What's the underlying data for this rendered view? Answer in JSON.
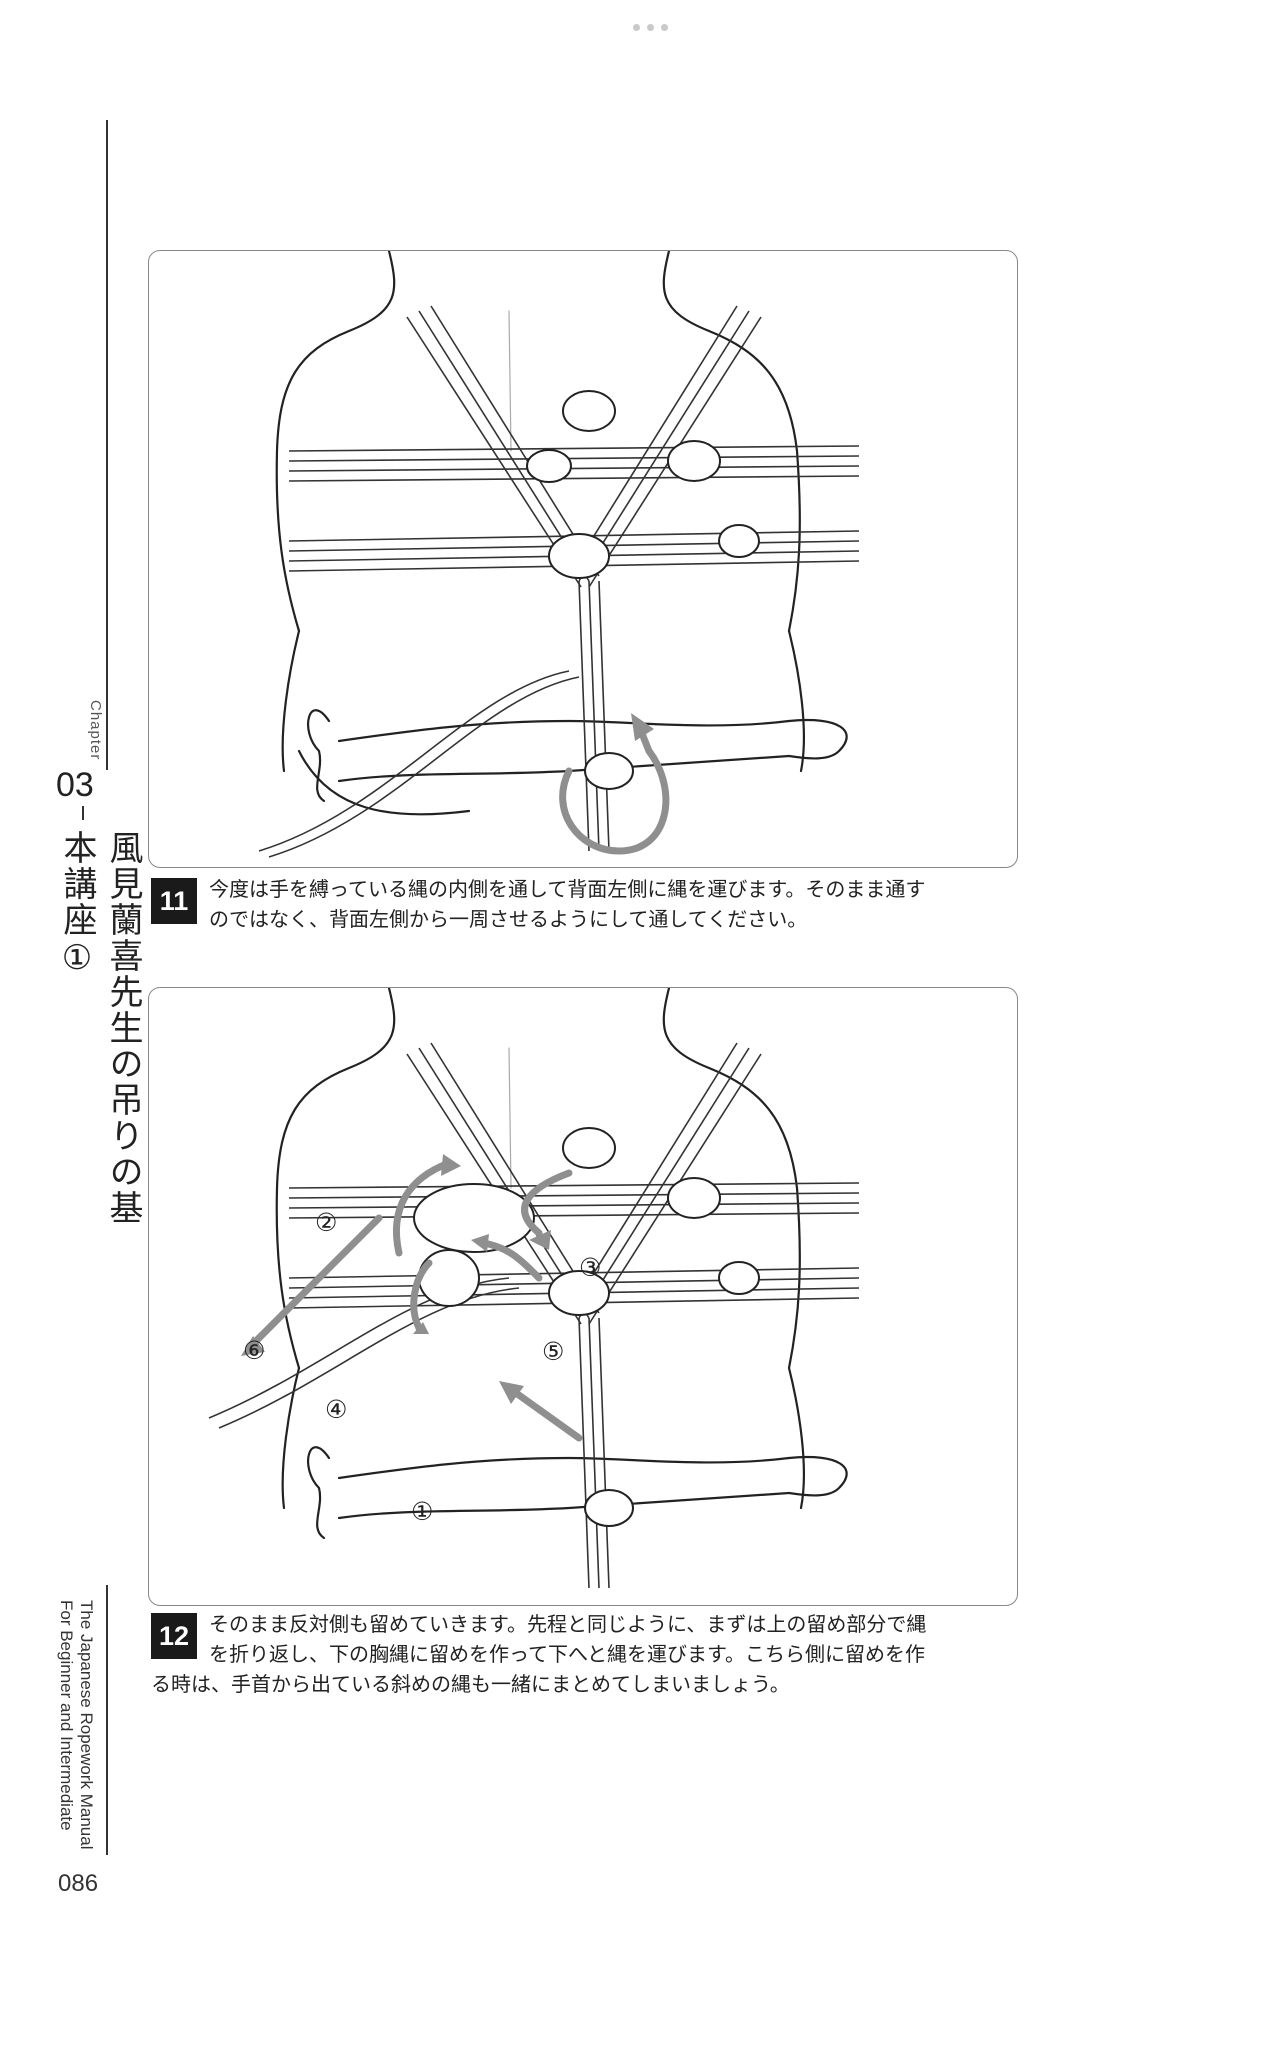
{
  "header": {
    "menu_icon": "three-dots-icon"
  },
  "sidebar": {
    "chapter_label": "Chapter",
    "chapter_number": "03",
    "series_title": "風見蘭喜先生の吊りの基本講座①",
    "book_title_line1": "The Japanese Ropework Manual",
    "book_title_line2": "For Beginner and Intermediate",
    "page_number": "086"
  },
  "steps": [
    {
      "number": "11",
      "lines": [
        "今度は手を縛っている縄の内側を通して背面左側に縄を運びます。そのまま通す",
        "のではなく、背面左側から一周させるようにして通してください。"
      ]
    },
    {
      "number": "12",
      "lines": [
        "そのまま反対側も留めていきます。先程と同じように、まずは上の留め部分で縄",
        "を折り返し、下の胸縄に留めを作って下へと縄を運びます。こちら側に留めを作",
        "る時は、手首から出ている斜めの縄も一緒にまとめてしまいましょう。"
      ]
    }
  ],
  "figure2_markers": [
    "①",
    "②",
    "③",
    "④",
    "⑤",
    "⑥"
  ],
  "colors": {
    "badge": "#1a1a1a",
    "arrow": "#8f8f8f",
    "frame": "#888888"
  }
}
